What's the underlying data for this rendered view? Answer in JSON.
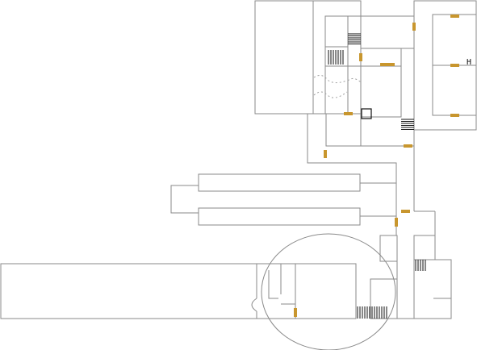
{
  "colors": {
    "background": "#ffffff",
    "wall": "#8a8a8a",
    "door": "#c8962e",
    "stair": "#111111"
  },
  "legend": {
    "map_text": "H"
  },
  "icons": [
    "door-marker",
    "stairs-hatch",
    "square-marker",
    "h-marker"
  ]
}
